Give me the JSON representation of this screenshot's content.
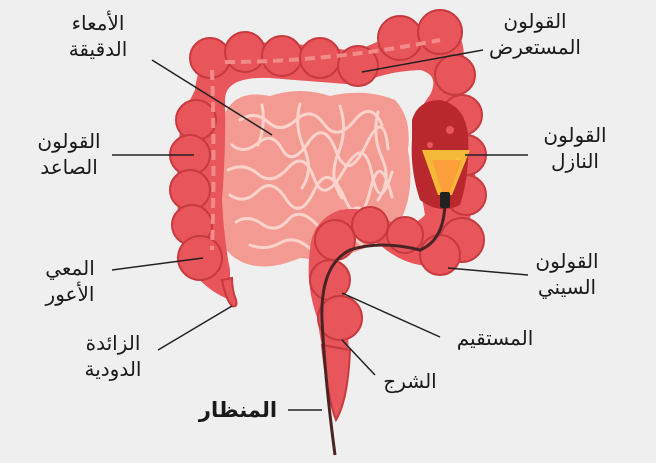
{
  "colors": {
    "background": "#efefef",
    "colon": "#e8555a",
    "colon_dark": "#c73a40",
    "colon_highlight": "#f28a8a",
    "small_intestine": "#f39b92",
    "small_intestine_lines": "#fbd3cc",
    "descending_inner": "#b8282d",
    "scope": "#4a2424",
    "light": "#ffd23c",
    "leader": "#222222"
  },
  "labels": {
    "small_intestine": {
      "line1": "الأمعاء",
      "line2": "الدقيقة"
    },
    "transverse_colon": {
      "line1": "القولون",
      "line2": "المستعرض"
    },
    "ascending_colon": {
      "line1": "القولون",
      "line2": "الصاعد"
    },
    "descending_colon": {
      "line1": "القولون",
      "line2": "النازل"
    },
    "cecum": {
      "line1": "المعي",
      "line2": "الأعور"
    },
    "sigmoid_colon": {
      "line1": "القولون",
      "line2": "السيني"
    },
    "appendix": {
      "line1": "الزائدة",
      "line2": "الدودية"
    },
    "rectum": {
      "line1": "المستقيم"
    },
    "anus": {
      "line1": "الشرج"
    },
    "endoscope": {
      "line1": "المنظار"
    }
  }
}
